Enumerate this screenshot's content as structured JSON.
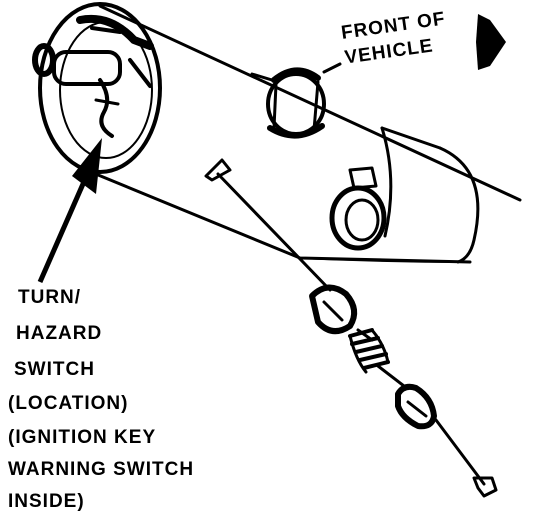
{
  "diagram": {
    "direction_label": {
      "lines": [
        "FRONT OF",
        "VEHICLE"
      ]
    },
    "callout_label": {
      "lines": [
        "TURN/",
        "HAZARD",
        "SWITCH",
        "(LOCATION)",
        "(IGNITION KEY",
        "WARNING SWITCH",
        "INSIDE)"
      ]
    },
    "colors": {
      "ink": "#000000",
      "paper": "#ffffff"
    }
  }
}
